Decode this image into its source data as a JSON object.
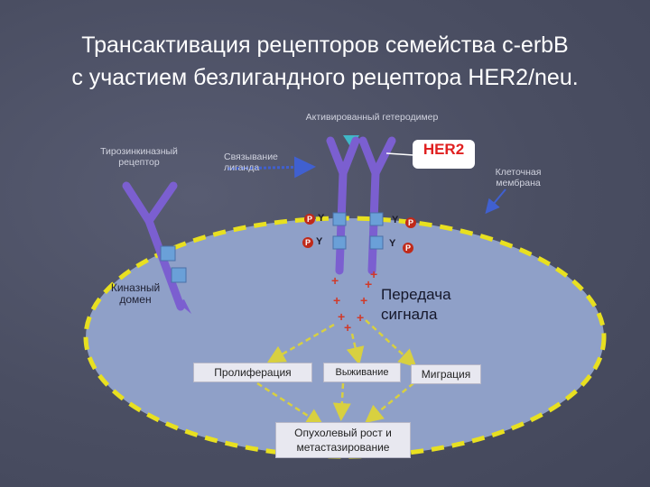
{
  "title": {
    "line1": "Трансактивация рецепторов семейства c-erbB",
    "line2": "с участием безлигандного рецептора HER2/neu."
  },
  "labels": {
    "activated_heterodimer": "Активированный гетеродимер",
    "tk_receptor_line1": "Тирозинкиназный",
    "tk_receptor_line2": "рецептор",
    "ligand_binding_line1": "Связывание",
    "ligand_binding_line2": "лиганда",
    "her2": "HER2",
    "cell_membrane_line1": "Клеточная",
    "cell_membrane_line2": "мембрана",
    "kinase_domain_line1": "Киназный",
    "kinase_domain_line2": "домен",
    "signal_line1": "Передача",
    "signal_line2": "сигнала"
  },
  "phospho": {
    "p": "P",
    "y": "Y"
  },
  "outcomes": {
    "proliferation": "Пролиферация",
    "survival": "Выживание",
    "migration": "Миграция",
    "tumor_line1": "Опухолевый рост и",
    "tumor_line2": "метастазирование"
  },
  "colors": {
    "background": "#4a4e62",
    "cell_fill": "#8fa0c8",
    "membrane": "#e8e020",
    "receptor": "#7b5fd0",
    "kinase_block": "#6aa0d8",
    "her2_text": "#e02020",
    "plus": "#d03a2a",
    "arrow": "#d8d040"
  }
}
